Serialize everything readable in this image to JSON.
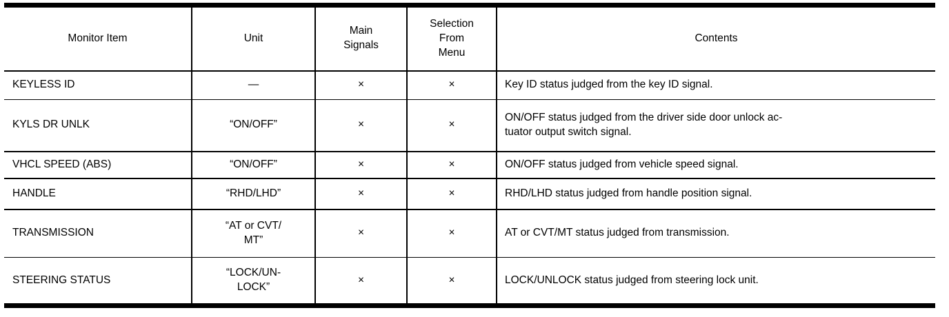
{
  "table": {
    "columns": {
      "item": "Monitor Item",
      "unit": "Unit",
      "main_signals": "Main\nSignals",
      "selection_from_menu": "Selection\nFrom\nMenu",
      "contents": "Contents"
    },
    "cross_mark": "×",
    "rows": [
      {
        "item": "KEYLESS ID",
        "unit": "—",
        "main": "×",
        "selection": "×",
        "contents": "Key ID status judged from the key ID signal."
      },
      {
        "item": "KYLS DR UNLK",
        "unit": "“ON/OFF”",
        "main": "×",
        "selection": "×",
        "contents": "ON/OFF status judged from the driver side door unlock ac-\ntuator output switch signal."
      },
      {
        "item": "VHCL SPEED (ABS)",
        "unit": "“ON/OFF”",
        "main": "×",
        "selection": "×",
        "contents": "ON/OFF status judged from vehicle speed signal."
      },
      {
        "item": "HANDLE",
        "unit": "“RHD/LHD”",
        "main": "×",
        "selection": "×",
        "contents": "RHD/LHD status judged from handle position signal."
      },
      {
        "item": "TRANSMISSION",
        "unit": "“AT or CVT/\nMT”",
        "main": "×",
        "selection": "×",
        "contents": "AT or CVT/MT status judged from transmission."
      },
      {
        "item": "STEERING STATUS",
        "unit": "“LOCK/UN-\nLOCK”",
        "main": "×",
        "selection": "×",
        "contents": "LOCK/UNLOCK status judged from steering lock unit."
      }
    ],
    "colors": {
      "ink": "#000000",
      "paper": "#ffffff"
    }
  }
}
